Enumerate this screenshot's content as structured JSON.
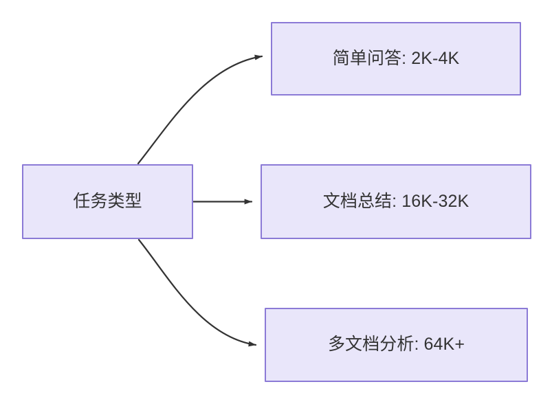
{
  "diagram": {
    "type": "flowchart",
    "direction": "left-to-right",
    "background_color": "#ffffff",
    "node_fill_color": "#e9e6fa",
    "node_border_color": "#8b7ad6",
    "node_text_color": "#333333",
    "edge_color": "#333333",
    "source_node": {
      "id": "task-type",
      "label": "任务类型"
    },
    "target_nodes": [
      {
        "id": "simple-qa",
        "label": "简单问答: 2K-4K",
        "task": "简单问答",
        "token_range": "2K-4K"
      },
      {
        "id": "doc-summary",
        "label": "文档总结: 16K-32K",
        "task": "文档总结",
        "token_range": "16K-32K"
      },
      {
        "id": "multi-doc-analysis",
        "label": "多文档分析: 64K+",
        "task": "多文档分析",
        "token_range": "64K+"
      }
    ],
    "edges": [
      {
        "id": "edge-to-simple-qa",
        "from": "任务类型",
        "to": "简单问答: 2K-4K",
        "style": "curved-up-arrow"
      },
      {
        "id": "edge-to-doc-summary",
        "from": "任务类型",
        "to": "文档总结: 16K-32K",
        "style": "straight-arrow"
      },
      {
        "id": "edge-to-multi-doc",
        "from": "任务类型",
        "to": "多文档分析: 64K+",
        "style": "curved-down-arrow"
      }
    ]
  }
}
